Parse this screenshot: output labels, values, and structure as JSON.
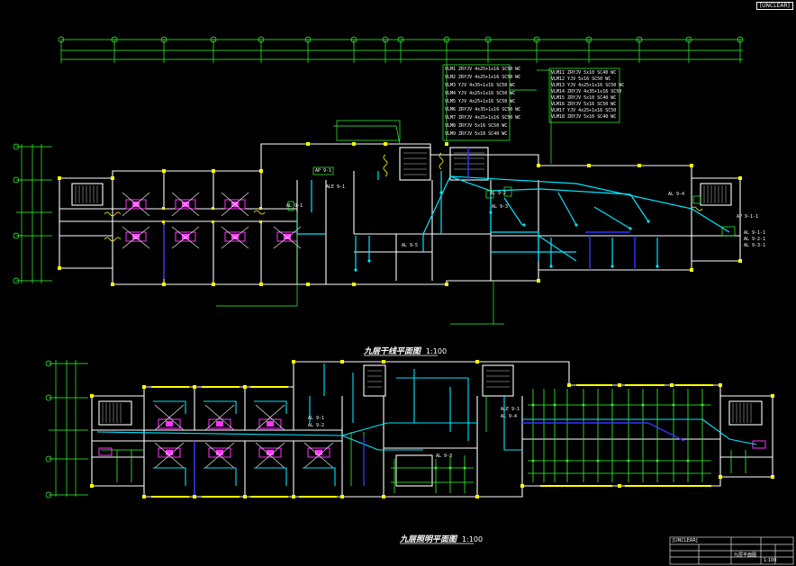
{
  "stamp": "[UNCLEAR]",
  "plan_titles": [
    {
      "title": "九层干线平面图",
      "scale": "1:100"
    },
    {
      "title": "九层照明平面图",
      "scale": "1:100"
    }
  ],
  "upper_plan_labels": [
    "AP 9-1",
    "ALE 9-1",
    "AL 9-1",
    "AL 9-2",
    "AL 9-3",
    "AL 9-4",
    "AL 9-5",
    "AP 9-1-1",
    "AL 9-1-1",
    "AL 9-2-1",
    "AL 9-3-1"
  ],
  "lower_plan_labels": [
    "ALE 9-1",
    "AL 9-3",
    "AL 9-4",
    "AL 9-1",
    "AL 9-2"
  ],
  "riser_notes_left": [
    "VLM1  ZRYJV 4x25+1x16 SC50 WC",
    "VLM2  ZRYJV 4x25+1x16 SC50 WC",
    "VLM3  YJV 4x35+1x16 SC50 WC",
    "VLM4  YJV 4x25+1x16 SC50 WC",
    "VLM5  YJV 4x25+1x16 SC50 WC",
    "VLM6  ZRYJV 4x35+1x16 SC50 WC",
    "VLM7  ZRYJV 4x25+1x16 SC50 WC",
    "VLM8  ZRYJV 5x16 SC50 WC",
    "VLM9  ZRYJV 5x10 SC40 WC"
  ],
  "riser_notes_right": [
    "VLM11  ZRYJV 5x10 SC40 WC",
    "VLM12  YJV 5x16 SC50 WC",
    "VLM13  YJV 4x25+1x16 SC50 WC",
    "VLM14  ZRYJV 4x35+1x16 SC50",
    "VLM15  ZRYJV 5x10 SC40 WC",
    "VLM16  ZRYJV 5x16 SC50 WC",
    "VLM17  YJV 4x25+1x16 SC50",
    "VLM18  ZRYJV 5x10 SC40 WC"
  ],
  "title_block": {
    "project": "[UNCLEAR]",
    "drawing": "九层平面图",
    "scale": "1:100"
  },
  "colors": {
    "background": "#000000",
    "walls": "#ffffff",
    "columns": "#ffff00",
    "wiring": "#00e5ff",
    "fixtures": "#ff33ff",
    "circuits": "#33ff33",
    "trunk": "#3333ff",
    "text": "#ffffff"
  }
}
